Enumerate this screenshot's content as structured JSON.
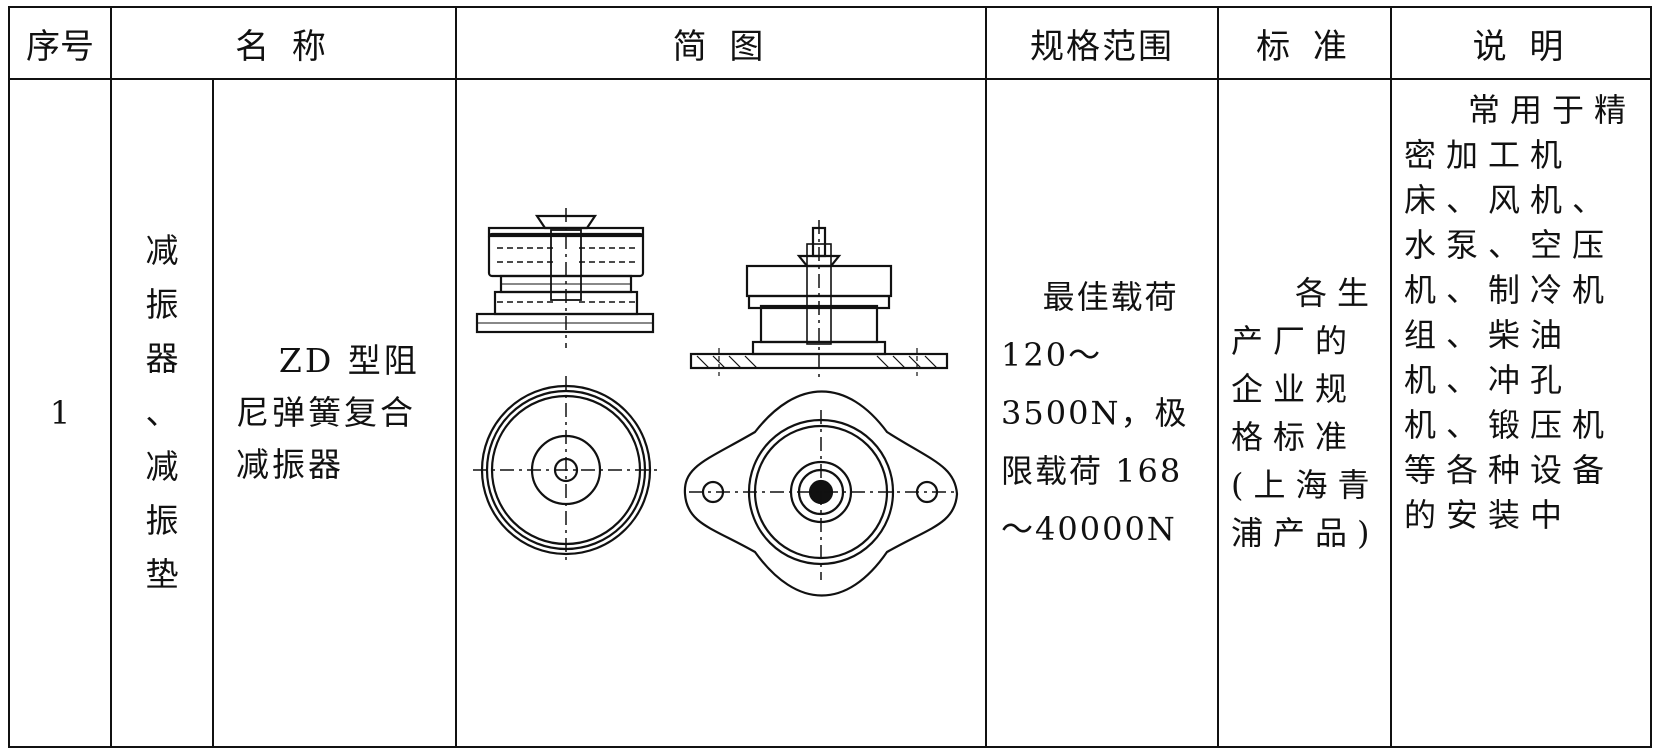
{
  "header": {
    "seq": "序号",
    "name": "名 称",
    "figure": "简 图",
    "spec": "规格范围",
    "standard": "标 准",
    "note": "说 明"
  },
  "row": {
    "seq": "1",
    "category": [
      "减",
      "振",
      "器",
      "、",
      "减",
      "振",
      "垫"
    ],
    "name": "ZD 型阻尼弹簧复合减振器",
    "spec": "最佳载荷 120～3500N，极限载荷 168～40000N",
    "standard": "各生产厂的企业规格标准(上海青浦产品)",
    "note": "常用于精密加工机床、风机、水泵、空压机、制冷机组、柴油机、冲孔机、锻压机等各种设备的安装中"
  },
  "colors": {
    "ink": "#111111",
    "paper": "#ffffff"
  }
}
